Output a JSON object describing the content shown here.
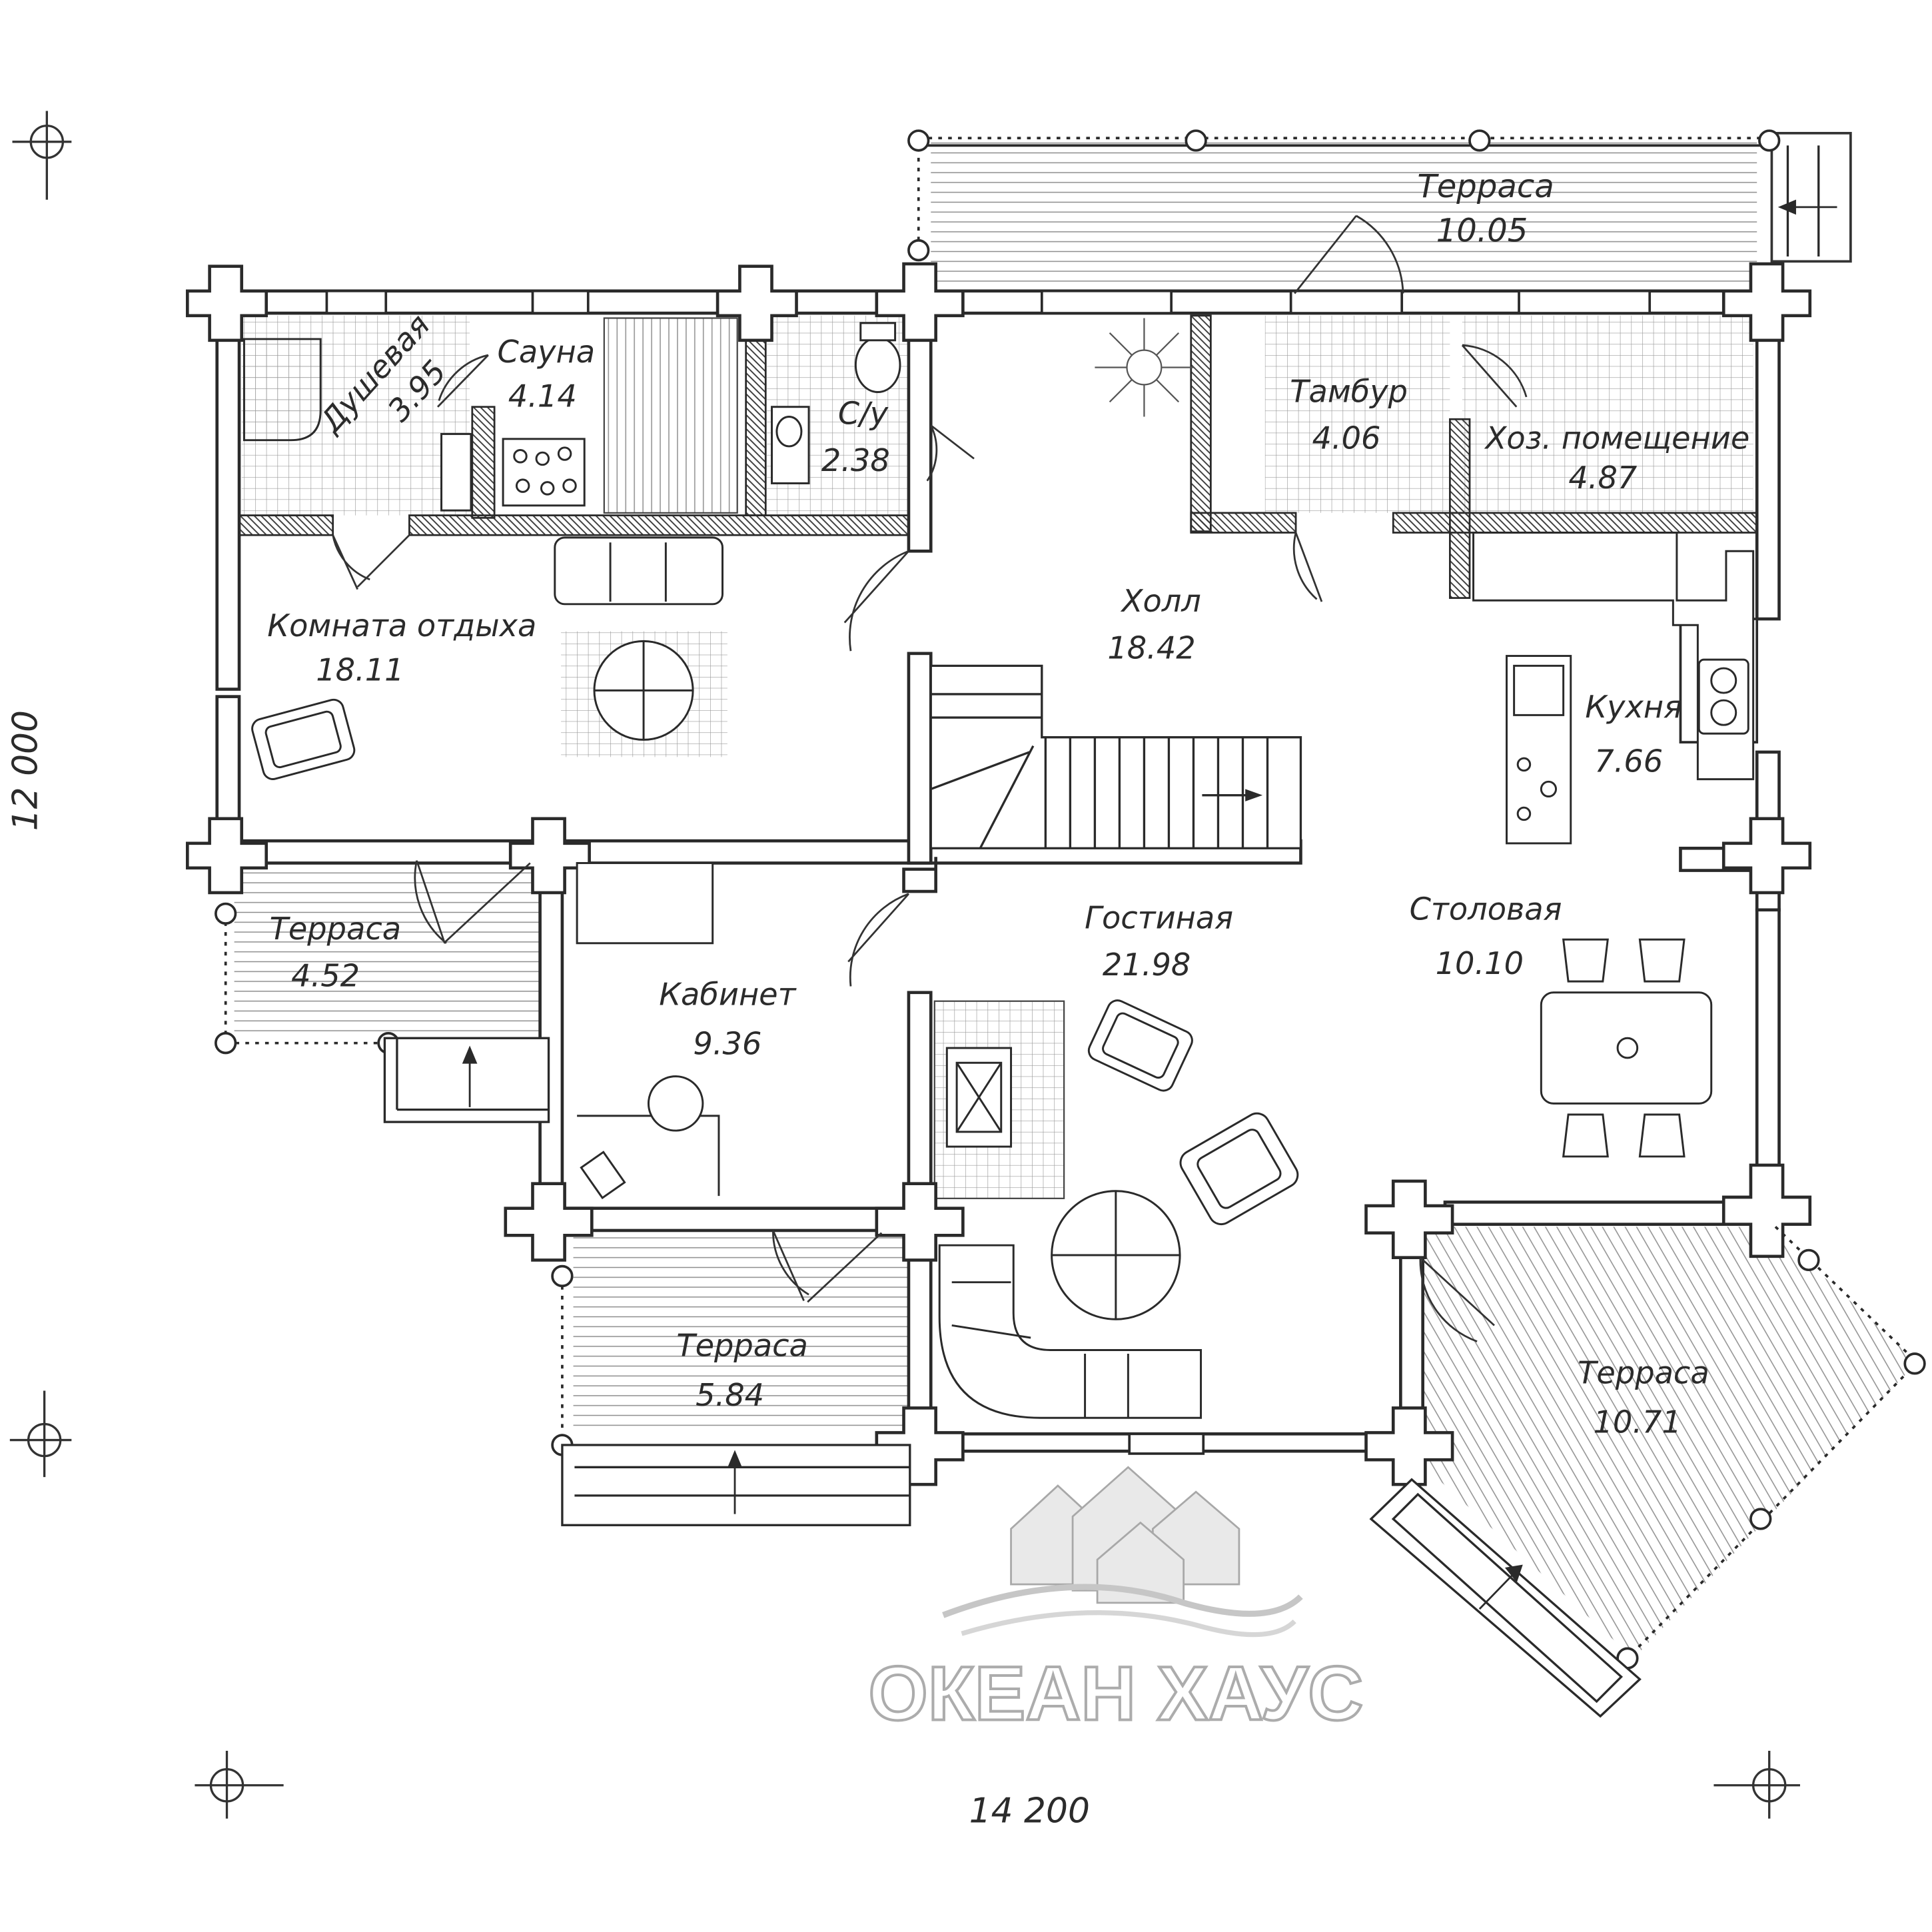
{
  "plan": {
    "dimensions": {
      "width_label": "14 200",
      "height_label": "12 000"
    },
    "rooms": {
      "terrace_top": {
        "name": "Терраса",
        "area": "10.05"
      },
      "shower": {
        "name": "Душевая",
        "area": "3.95"
      },
      "sauna": {
        "name": "Сауна",
        "area": "4.14"
      },
      "wc": {
        "name": "С/у",
        "area": "2.38"
      },
      "vestibule": {
        "name": "Тамбур",
        "area": "4.06"
      },
      "utility": {
        "name": "Хоз. помещение",
        "area": "4.87"
      },
      "lounge": {
        "name": "Комната отдыха",
        "area": "18.11"
      },
      "hall": {
        "name": "Холл",
        "area": "18.42"
      },
      "kitchen": {
        "name": "Кухня",
        "area": "7.66"
      },
      "terrace_left": {
        "name": "Терраса",
        "area": "4.52"
      },
      "study": {
        "name": "Кабинет",
        "area": "9.36"
      },
      "living": {
        "name": "Гостиная",
        "area": "21.98"
      },
      "dining": {
        "name": "Столовая",
        "area": "10.10"
      },
      "terrace_bottom": {
        "name": "Терраса",
        "area": "5.84"
      },
      "terrace_right": {
        "name": "Терраса",
        "area": "10.71"
      }
    },
    "watermark": {
      "brand": "ОКЕАН ХАУС"
    }
  }
}
